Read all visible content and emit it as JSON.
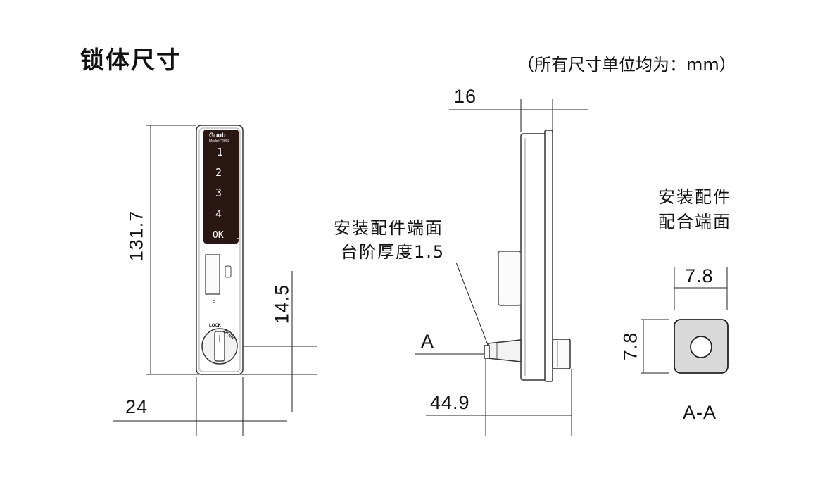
{
  "title": "锁体尺寸",
  "unit_note": "（所有尺寸单位均为：mm）",
  "front_view": {
    "brand": "Guub",
    "model": "Model:F2003",
    "keys": [
      "1",
      "2",
      "3",
      "4",
      "OK"
    ],
    "knob_labels": {
      "lock": "LOCK",
      "open": "OPEN"
    },
    "dim_height": "131.7",
    "dim_width": "24",
    "dim_knob": "14.5"
  },
  "side_view": {
    "dim_depth": "16",
    "dim_total": "44.9",
    "section_marker": "A",
    "callout_line1": "安装配件端面",
    "callout_line2": "台阶厚度1.5"
  },
  "section_view": {
    "label_line1": "安装配件",
    "label_line2": "配合端面",
    "dim_width": "7.8",
    "dim_height": "7.8",
    "caption": "A-A"
  }
}
